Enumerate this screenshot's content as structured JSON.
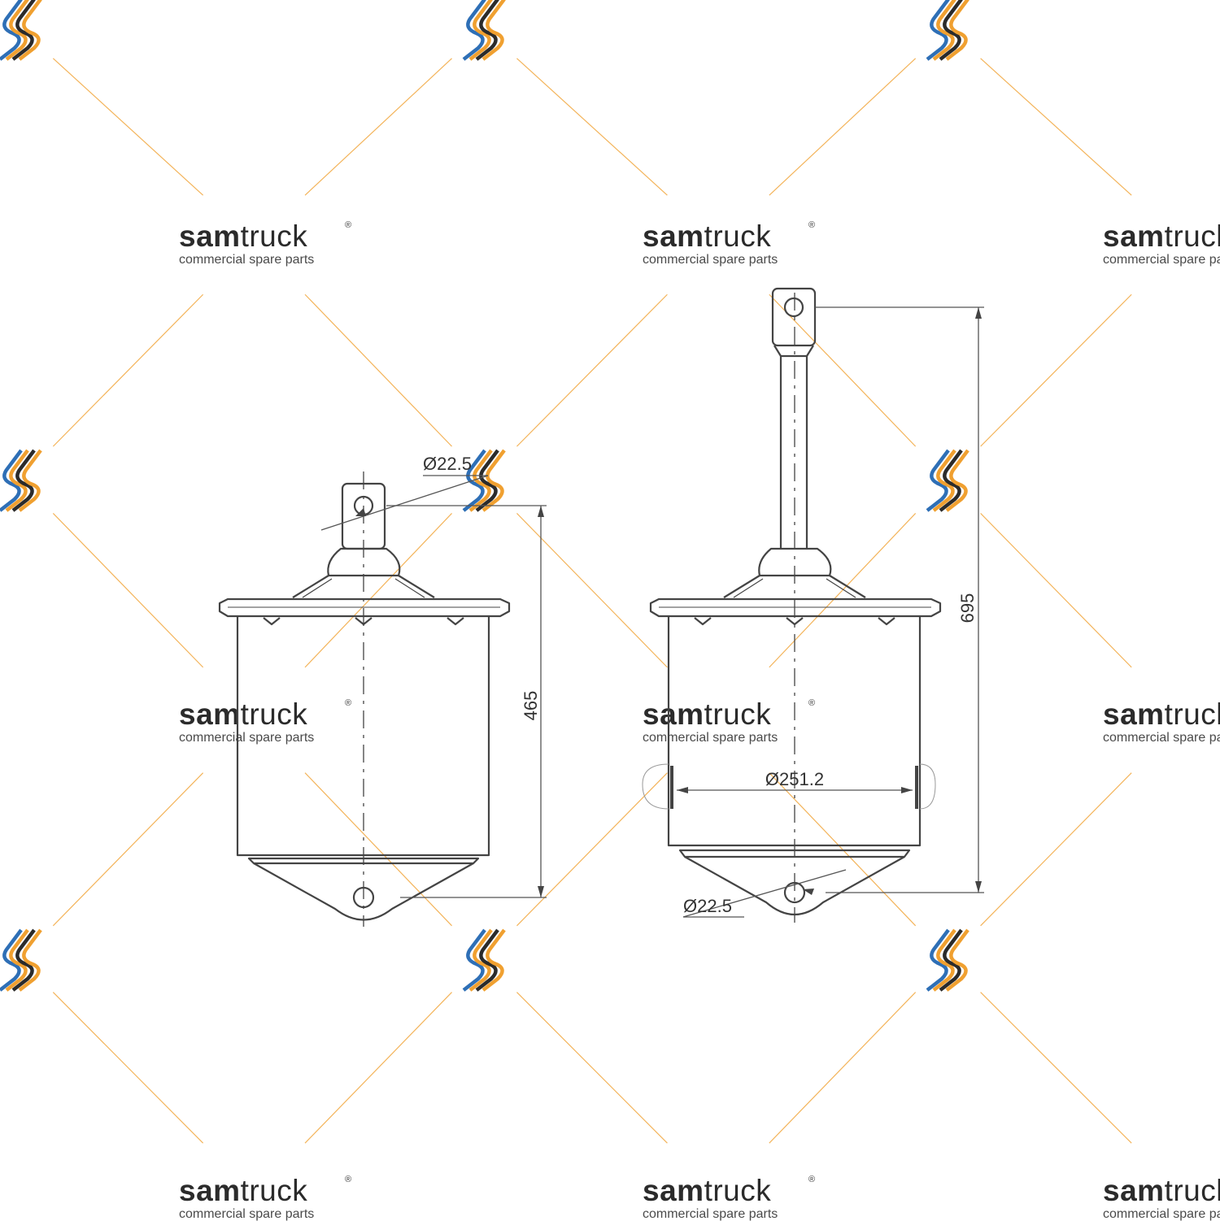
{
  "watermark": {
    "brand_bold": "sam",
    "brand_regular": "truck",
    "tagline": "commercial spare parts",
    "registered": "®",
    "colors": {
      "orange": "#f0a030",
      "blue": "#2e6fb6",
      "dark": "#2b2b2b"
    }
  },
  "dimensions": {
    "left_top_hole": "Ø22.5",
    "left_height": "465",
    "right_height": "695",
    "right_body_diameter": "Ø251.2",
    "right_bottom_hole": "Ø22.5"
  },
  "icons": [
    "samtruck-logo-icon"
  ]
}
